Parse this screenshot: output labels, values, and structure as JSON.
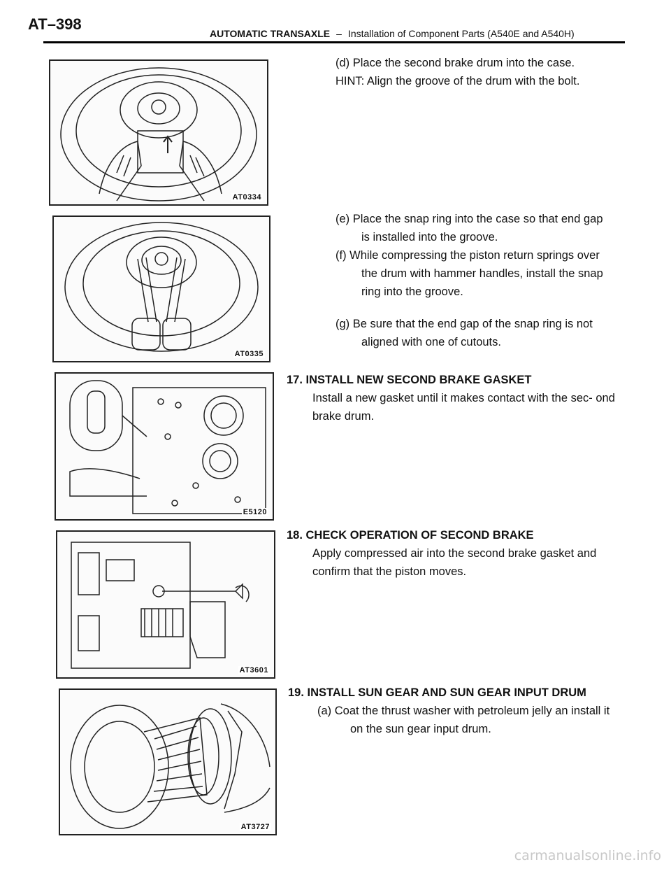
{
  "header": {
    "page_number": "AT–398",
    "section": "AUTOMATIC TRANSAXLE",
    "separator": "–",
    "subtitle": "Installation of Component Parts (A540E and A540H)"
  },
  "figures": [
    {
      "code": "AT0334"
    },
    {
      "code": "AT0335"
    },
    {
      "code": "E5120"
    },
    {
      "code": "AT3601"
    },
    {
      "code": "AT3727"
    }
  ],
  "steps": {
    "d": {
      "text": "(d) Place the second brake drum into the case.",
      "hint": "HINT: Align the groove of the drum with the bolt."
    },
    "e": {
      "text": "(e) Place the snap ring into the case so that end gap is installed into the groove."
    },
    "f": {
      "text": "(f) While compressing the piston return springs over the drum with hammer handles, install the snap ring into the groove."
    },
    "g": {
      "text": "(g) Be sure that the end gap of the snap ring is not aligned with one of cutouts."
    },
    "s17": {
      "title": "17. INSTALL NEW SECOND BRAKE GASKET",
      "body": "Install a new gasket until it makes contact with the sec- ond brake drum."
    },
    "s18": {
      "title": "18. CHECK OPERATION OF SECOND BRAKE",
      "body": "Apply compressed air into the second brake gasket and confirm that the piston moves."
    },
    "s19": {
      "title": "19. INSTALL SUN GEAR AND SUN GEAR INPUT DRUM",
      "a": "(a) Coat the thrust washer with petroleum jelly an install it on the sun gear input drum."
    }
  },
  "watermark": "carmanualsonline.info"
}
